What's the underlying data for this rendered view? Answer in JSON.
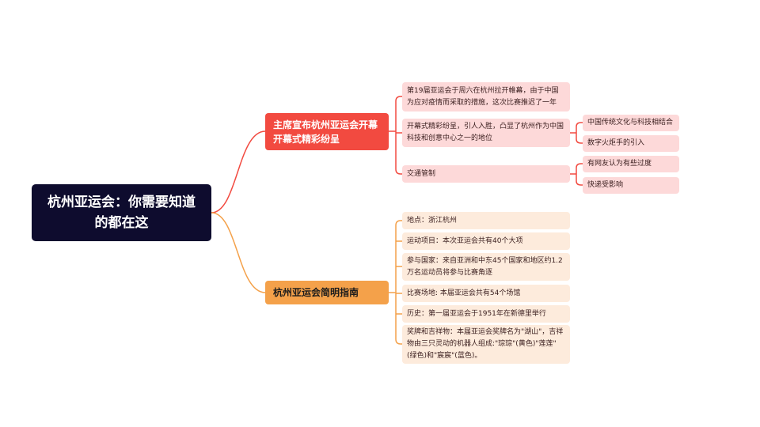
{
  "root": {
    "title": "杭州亚运会：你需要知道的都在这"
  },
  "branches": [
    {
      "label": "主席宣布杭州亚运会开幕开幕式精彩纷呈",
      "children": [
        {
          "text": "第19届亚运会于周六在杭州拉开帷幕，由于中国为应对疫情而采取的措施，这次比赛推迟了一年"
        },
        {
          "text": "开幕式精彩纷呈，引人入胜，凸显了杭州作为中国科技和创意中心之一的地位",
          "children": [
            "中国传统文化与科技相结合",
            "数字火炬手的引入"
          ]
        },
        {
          "text": "交通管制",
          "children": [
            "有网友认为有些过度",
            "快递受影响"
          ]
        }
      ]
    },
    {
      "label": "杭州亚运会简明指南",
      "children": [
        {
          "text": "地点：浙江杭州"
        },
        {
          "text": "运动项目：本次亚运会共有40个大项"
        },
        {
          "text": "参与国家：来自亚洲和中东45个国家和地区约1.2万名运动员将参与比赛角逐"
        },
        {
          "text": "比赛场地: 本届亚运会共有54个场馆"
        },
        {
          "text": "历史：第一届亚运会于1951年在新德里举行"
        },
        {
          "text": "奖牌和吉祥物：本届亚运会奖牌名为\"湖山\"，吉祥物由三只灵动的机器人组成:\"琮琮\"(黄色)\"莲莲\"(绿色)和\"宸宸\"(蓝色)。"
        }
      ]
    }
  ],
  "colors": {
    "root": "#0e0c2e",
    "red": "#f24a40",
    "orange": "#f4a14a",
    "pink": "#fdd9d9",
    "peach": "#fdebdc"
  }
}
